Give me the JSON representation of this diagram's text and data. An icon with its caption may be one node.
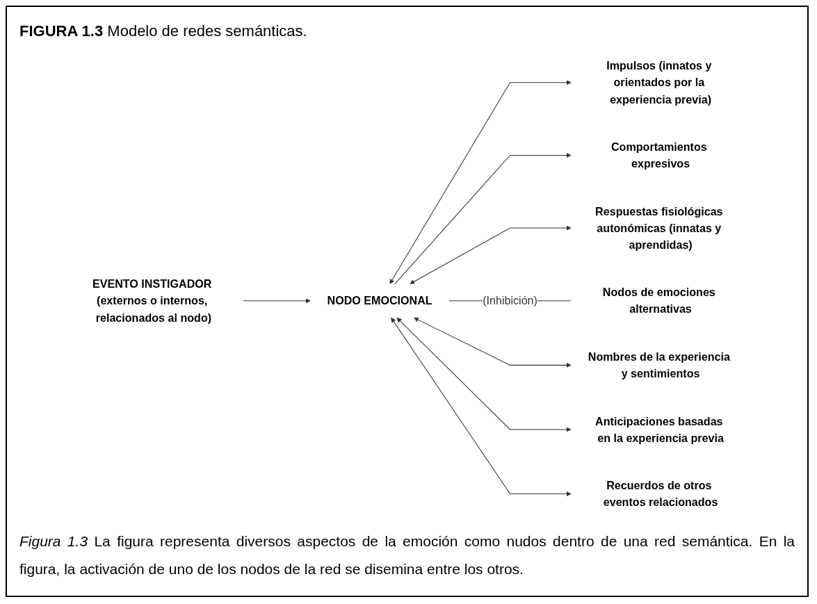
{
  "diagram": {
    "title": "**FIGURA 1.3** Modelo de redes semánticas.",
    "caption": "*Figura 1.3* La figura representa diversos aspectos de la emoción como nudos dentro de una red semántica. En la figura, la activación de uno de los nodos de la red se disemina entre los otros.",
    "nodes": [
      {
        "text": [
          "Impulsos (innatos y orientados por la experiencia previa)"
        ]
      },
      {
        "text": [
          "Comportamientos expresivos"
        ]
      },
      {
        "text": [
          "Respuestas fisiológicas autonómicas (innatas y aprendidas)"
        ]
      },
      {
        "text": [
          "EVENTO INSTIGADOR (externos o internos, relacionados al nodo)"
        ]
      },
      {
        "text": [
          "NODO EMOCIONAL"
        ]
      },
      {
        "text": [
          "Nodos de emociones alternativas"
        ]
      },
      {
        "text": [
          "Nombres de la experiencia y sentimientos"
        ]
      },
      {
        "text": [
          "Anticipaciones basadas en la experiencia previa"
        ]
      },
      {
        "text": [
          "Recuerdos de otros eventos relacionados"
        ]
      }
    ],
    "edges": [
      {
        "from": 4,
        "to": 0,
        "arrow": "both"
      },
      {
        "from": 4,
        "to": 1,
        "arrow": "to"
      },
      {
        "from": 4,
        "to": 2,
        "arrow": "both"
      },
      {
        "from": 3,
        "to": 4,
        "arrow": "to"
      },
      {
        "from": 4,
        "to": 5,
        "arrow": "none",
        "label": "(Inhibición)"
      },
      {
        "from": 4,
        "to": 6,
        "arrow": "both"
      },
      {
        "from": 4,
        "to": 7,
        "arrow": "both"
      },
      {
        "from": 4,
        "to": 8,
        "arrow": "both"
      }
    ]
  }
}
